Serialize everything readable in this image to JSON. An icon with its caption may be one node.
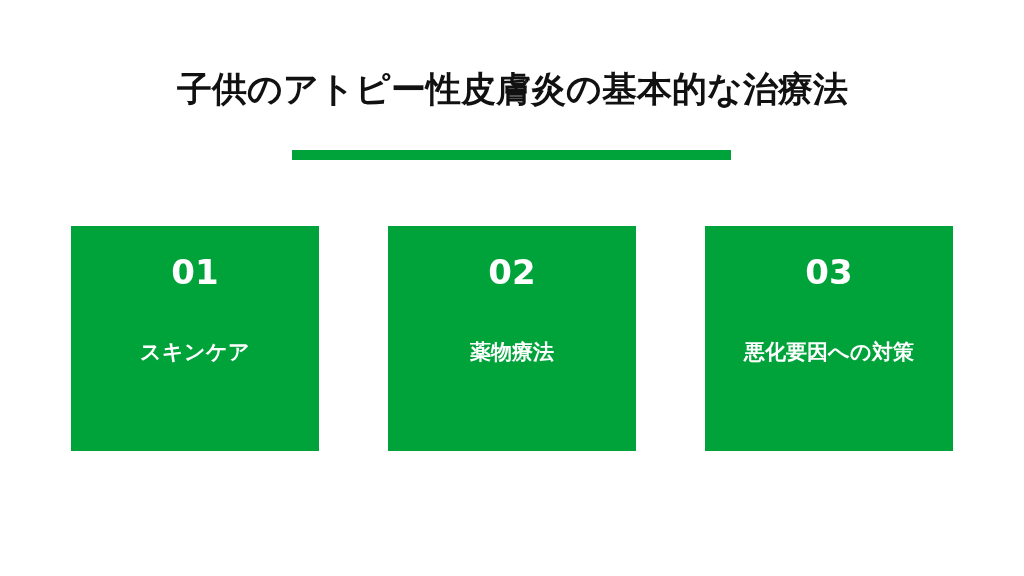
{
  "diagram": {
    "title": "子供のアトピー性皮膚炎の基本的な治療法",
    "nodes": [
      {
        "text": [
          "01",
          "スキンケア"
        ]
      },
      {
        "text": [
          "02",
          "薬物療法"
        ]
      },
      {
        "text": [
          "03",
          "悪化要因への対策"
        ]
      }
    ],
    "edges": []
  }
}
